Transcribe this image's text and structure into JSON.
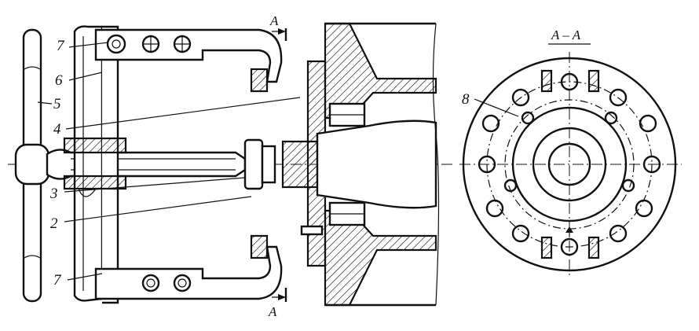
{
  "labels": {
    "l7_top": "7",
    "l6": "6",
    "l5": "5",
    "l4": "4",
    "l3": "3",
    "l2": "2",
    "l7_bottom": "7",
    "l8": "8"
  },
  "section": {
    "arrow_top": "A",
    "arrow_bottom": "A",
    "view_title": "A – A"
  }
}
